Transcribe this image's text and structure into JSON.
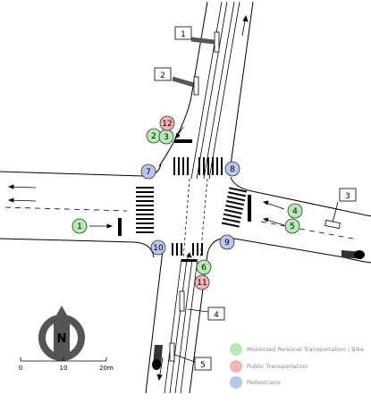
{
  "signals": {
    "motorized": [
      {
        "label": "1"
      },
      {
        "label": "2"
      },
      {
        "label": "3"
      },
      {
        "label": "4"
      },
      {
        "label": "5"
      },
      {
        "label": "6"
      }
    ],
    "public_transport": [
      {
        "label": "11"
      },
      {
        "label": "12"
      }
    ],
    "pedestrian": [
      {
        "label": "7"
      },
      {
        "label": "8"
      },
      {
        "label": "9"
      },
      {
        "label": "10"
      }
    ]
  },
  "detectors": [
    {
      "label": "1"
    },
    {
      "label": "2"
    },
    {
      "label": "3"
    },
    {
      "label": "4"
    },
    {
      "label": "5"
    }
  ],
  "legend": {
    "motorized": "Motorized Personal Transportation / Bike",
    "public_transport": "Public Transportation",
    "pedestrians": "Pedestrians"
  },
  "scale": {
    "tick0": "0",
    "tick1": "10",
    "tick2": "20m"
  },
  "compass": {
    "label": "N"
  },
  "colors": {
    "motorized": "#b3ecb3",
    "public_transport": "#f4b4b4",
    "pedestrian": "#b6c8ec",
    "outline": "#000000",
    "compass_fill": "#555555"
  }
}
